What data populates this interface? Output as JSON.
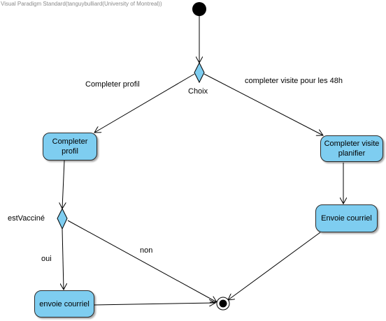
{
  "watermark": "Visual Paradigm Standard(tanguybulliard(University of Montreal))",
  "decisions": {
    "choix": "Choix",
    "vaccine": "estVacciné"
  },
  "actions": {
    "completer_profil": "Completer profil",
    "completer_visite": "Completer visite planifier",
    "envoie_courriel_right": "Envoie courriel",
    "envoie_courriel_left": "envoie courriel"
  },
  "guards": {
    "to_profil": "Completer profil",
    "to_visite": "completer visite pour les 48h",
    "oui": "oui",
    "non": "non"
  },
  "colors": {
    "node_fill": "#7ecdf0",
    "stroke": "#000000"
  }
}
